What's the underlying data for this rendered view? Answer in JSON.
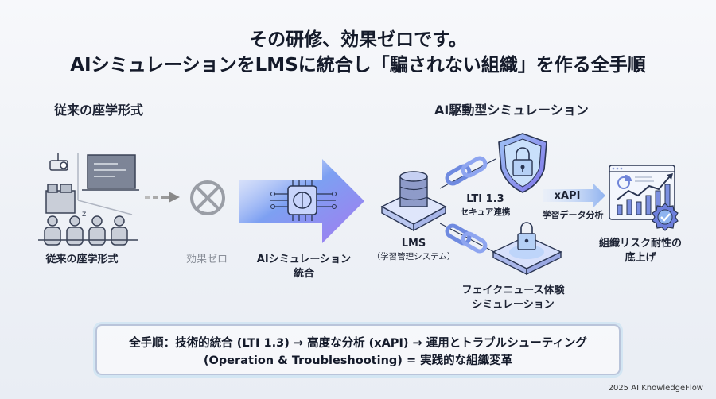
{
  "header": {
    "title_line1": "その研修、効果ゼロです。",
    "title_line2": "AIシミュレーションをLMSに統合し「騙されない組織」を作る全手順"
  },
  "sections": {
    "left_heading": "従来の座学形式",
    "right_heading": "AI駆動型シミュレーション"
  },
  "flow": {
    "classroom_label": "従来の座学形式",
    "zero_effect_label": "効果ゼロ",
    "ai_integration_label_line1": "AIシミュレーション",
    "ai_integration_label_line2": "統合",
    "lms_label": "LMS",
    "lms_sublabel": "（学習管理システム）",
    "lti_label": "LTI 1.3",
    "lti_sublabel": "セキュア連携",
    "fake_news_label_line1": "フェイクニュース体験",
    "fake_news_label_line2": "シミュレーション",
    "xapi_label": "xAPI",
    "xapi_sublabel": "学習データ分析",
    "result_label_line1": "組織リスク耐性の",
    "result_label_line2": "底上げ"
  },
  "icons": {
    "classroom": "classroom-icon",
    "no_effect": "circle-x-icon",
    "ai_chip": "brain-chip-icon",
    "lms_server": "database-server-icon",
    "chain": "chain-link-icon",
    "shield_lock": "shield-lock-icon",
    "lock_platform": "lock-platform-icon",
    "analytics": "analytics-dashboard-icon",
    "badge_check": "check-badge-icon"
  },
  "summary": {
    "line1": "全手順：技術的統合 (LTI 1.3) → 高度な分析 (xAPI) → 運用とトラブルシューティング",
    "line2": "(Operation & Troubleshooting) = 実践的な組織変革"
  },
  "footer": {
    "credit": "2025 AI KnowledgeFlow"
  },
  "colors": {
    "title_text": "#141a2a",
    "muted_gray": "#8a8f99",
    "accent_blue": "#5b8def",
    "accent_purple": "#8a6cf0",
    "accent_cyan": "#7fd6f0",
    "icon_stroke": "#2a3552"
  }
}
